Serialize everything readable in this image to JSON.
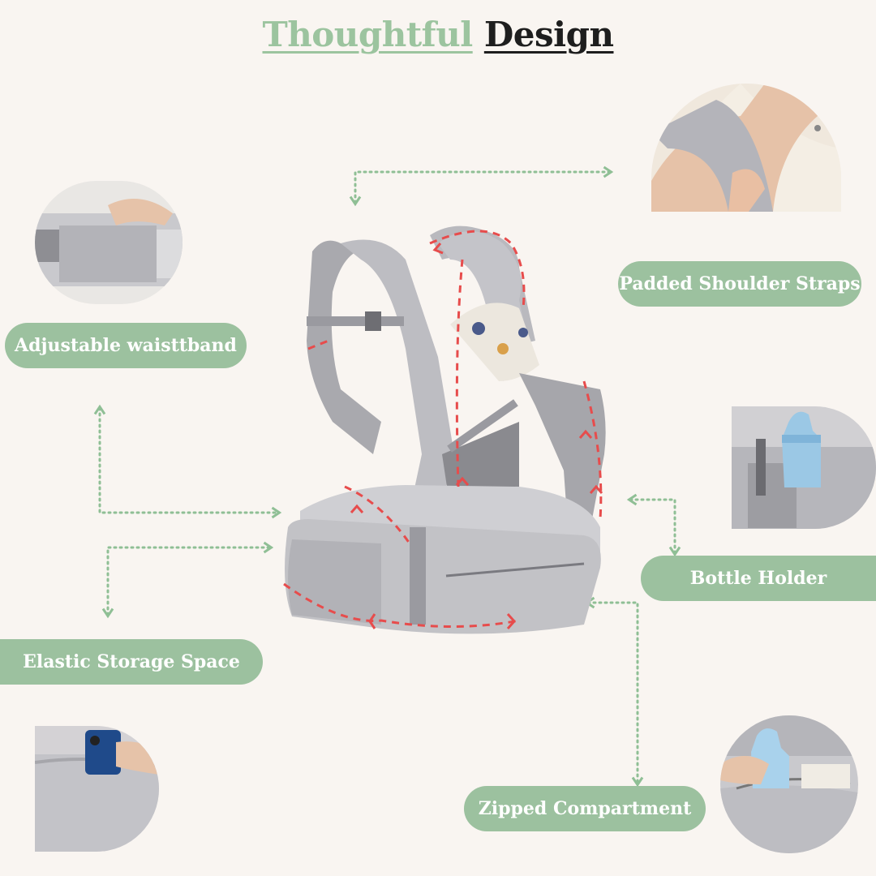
{
  "title": {
    "part1": "Thoughtful",
    "part2": "Design"
  },
  "labels": {
    "shoulder": "Padded Shoulder Straps",
    "waist": "Adjustable waisttband",
    "bottle": "Bottle Holder",
    "storage": "Elastic Storage Space",
    "zipped": "Zipped Compartment"
  },
  "colors": {
    "background": "#f9f5f1",
    "accent_green": "#9cc19f",
    "title_dark": "#1e1e1e",
    "arrow_red": "#e74c4c",
    "carrier_gray": "#b3b3b8"
  }
}
